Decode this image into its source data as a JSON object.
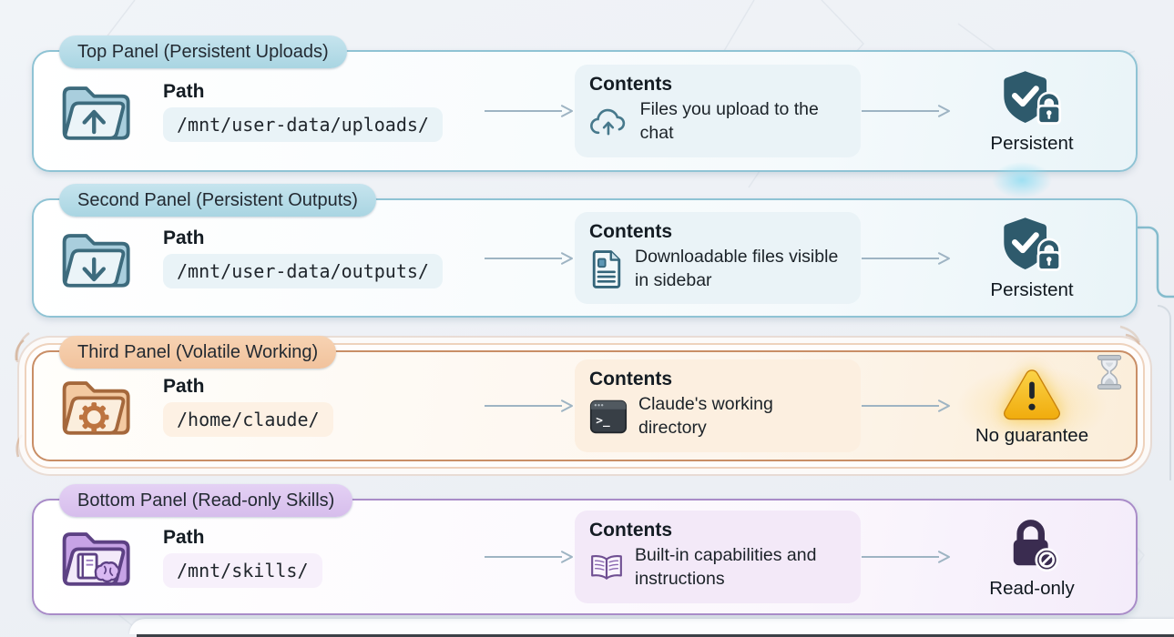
{
  "panels": [
    {
      "title": "Top Panel (Persistent Uploads)",
      "path_label": "Path",
      "path": "/mnt/user-data/uploads/",
      "contents_label": "Contents",
      "contents_text": "Files you upload to the chat",
      "status": "Persistent"
    },
    {
      "title": "Second Panel (Persistent Outputs)",
      "path_label": "Path",
      "path": "/mnt/user-data/outputs/",
      "contents_label": "Contents",
      "contents_text": "Downloadable files visible in sidebar",
      "status": "Persistent"
    },
    {
      "title": "Third Panel (Volatile Working)",
      "path_label": "Path",
      "path": "/home/claude/",
      "contents_label": "Contents",
      "contents_text": "Claude's working directory",
      "status": "No guarantee"
    },
    {
      "title": "Bottom Panel (Read-only Skills)",
      "path_label": "Path",
      "path": "/mnt/skills/",
      "contents_label": "Contents",
      "contents_text": "Built-in capabilities and instructions",
      "status": "Read-only"
    }
  ],
  "terminal_prompt": ">_",
  "colors": {
    "blue_accent": "#8fc3d4",
    "blue_pill": "#b5dce8",
    "orange_accent": "#c98e66",
    "orange_pill": "#f4c9a6",
    "purple_accent": "#a98cc8",
    "purple_pill": "#dcc6ee",
    "shield_persistent": "#2e5a6c",
    "warning_yellow": "#f6c51e",
    "readonly_lock": "#3a2c50"
  }
}
